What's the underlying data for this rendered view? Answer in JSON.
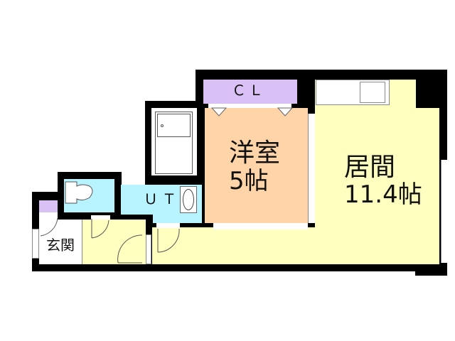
{
  "plan": {
    "type": "1LDK-style floor plan",
    "rooms": [
      {
        "id": "living",
        "name": "居間",
        "size": "11.4帖",
        "color": "#ffffc0"
      },
      {
        "id": "western",
        "name": "洋室",
        "size": "5帖",
        "color": "#ffd4a8"
      },
      {
        "id": "closet",
        "name": "ＣＬ",
        "color": "#d9c0f5"
      },
      {
        "id": "unit-bath",
        "name": "ＵＴ",
        "color": "#b8f4ff"
      },
      {
        "id": "toilet",
        "name": "",
        "color": "#b8f4ff"
      },
      {
        "id": "entrance",
        "name": "玄関",
        "color": "#ffffff"
      },
      {
        "id": "hallway",
        "name": "",
        "color": "#ffffc0"
      }
    ],
    "colors": {
      "wall": "#000000",
      "living": "#ffffc0",
      "western": "#ffd4a8",
      "closet": "#d9c0f5",
      "water": "#b8f4ff",
      "entrance": "#ffffff"
    }
  }
}
